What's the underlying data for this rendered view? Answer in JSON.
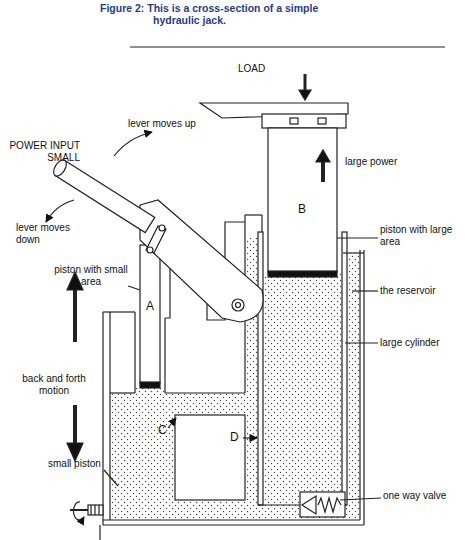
{
  "diagram": {
    "title": "Figure 2: This is a cross-section of a simple hydraulic jack.",
    "labels": [
      "LOAD",
      "lever moves up",
      "POWER INPUT SMALL",
      "large power",
      "B",
      "piston with large area",
      "lever moves down",
      "piston with small area",
      "the reservoir",
      "A",
      "large cylinder",
      "back and forth motion",
      "C",
      "D",
      "small piston",
      "one way valve"
    ]
  }
}
